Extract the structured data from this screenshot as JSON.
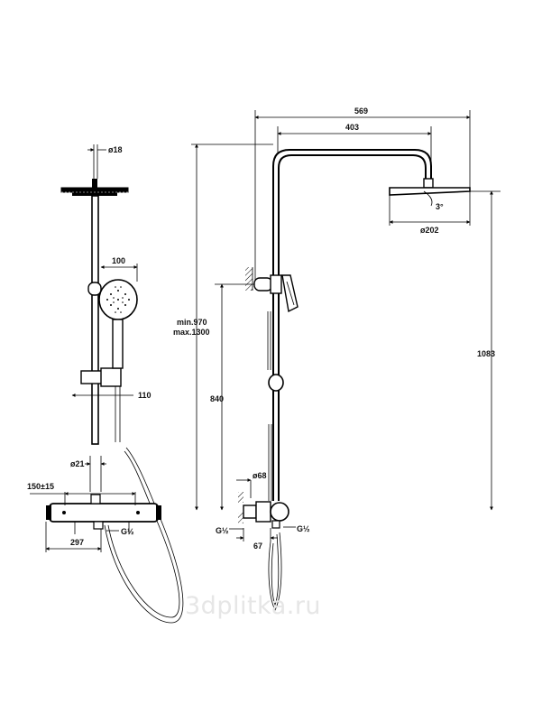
{
  "front_view": {
    "pipe_diameter": "ø18",
    "handshower_width": "100",
    "holder_offset": "110",
    "outlet_diameter": "ø21",
    "inlet_spacing": "150±15",
    "mixer_length": "297",
    "outlet_thread": "G½"
  },
  "side_view": {
    "total_width": "569",
    "arm_length": "403",
    "head_diameter": "ø202",
    "head_tilt": "3°",
    "height_range_min": "min.970",
    "height_range_max": "max.1300",
    "total_height": "1083",
    "mixer_height": "840",
    "inlet_diameter": "ø68",
    "inlet_thread_left": "G½",
    "inlet_thread_right": "G½",
    "inlet_depth": "67"
  },
  "watermark": "3dplitka.ru",
  "colors": {
    "line": "#000000",
    "background": "#ffffff",
    "watermark": "#e6e6e6"
  }
}
